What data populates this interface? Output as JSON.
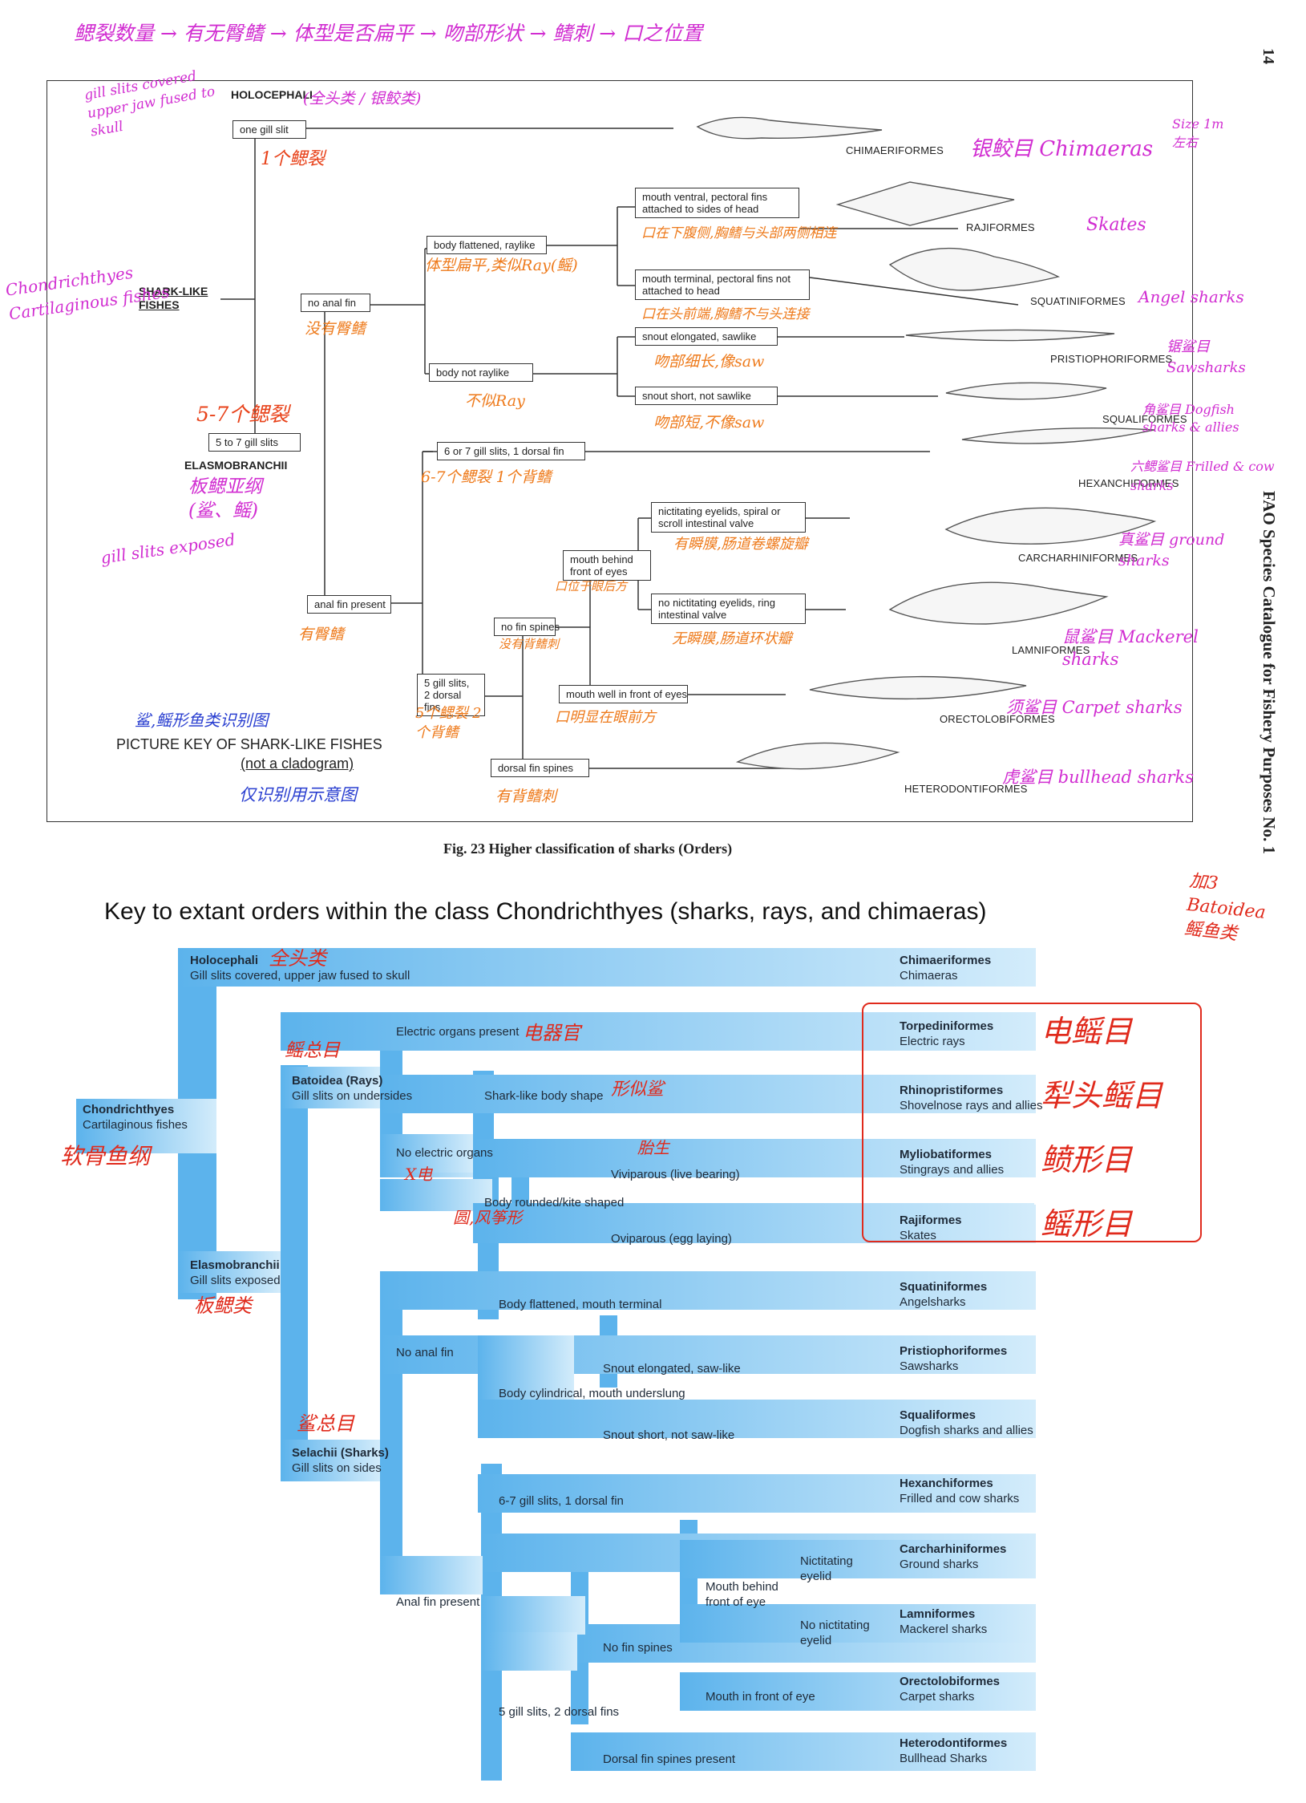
{
  "header_note": "鳃裂数量 → 有无臀鳍 → 体型是否扁平 → 吻部形状 → 鳍刺 → 口之位置",
  "side_text": "FAO Species Catalogue for Fishery Purposes No. 1",
  "page_number": "14",
  "fao": {
    "holocephali": "HOLOCEPHALI",
    "shark_like": "SHARK-LIKE FISHES",
    "elasmobranchii": "ELASMOBRANCHII",
    "boxes": {
      "one_gill": "one gill slit",
      "five_seven": "5 to 7 gill slits",
      "no_anal": "no anal fin",
      "anal_present": "anal fin present",
      "flattened": "body flattened, raylike",
      "not_raylike": "body not raylike",
      "mouth_ventral": "mouth ventral, pectoral fins attached to sides of head",
      "mouth_terminal": "mouth terminal, pectoral fins not attached to head",
      "snout_saw": "snout elongated, sawlike",
      "snout_short": "snout short, not sawlike",
      "six_seven": "6 or 7 gill slits, 1 dorsal fin",
      "five_gill": "5 gill slits, 2 dorsal fins",
      "no_spines": "no fin spines",
      "dorsal_spines": "dorsal fin spines",
      "mouth_behind": "mouth behind front of eyes",
      "mouth_well": "mouth well in front of eyes",
      "nictitating": "nictitating eyelids, spiral or scroll intestinal valve",
      "no_nictitating": "no nictitating eyelids, ring intestinal valve"
    },
    "orders": [
      "CHIMAERIFORMES",
      "RAJIFORMES",
      "SQUATINIFORMES",
      "PRISTIOPHORIFORMES",
      "SQUALIFORMES",
      "HEXANCHIFORMES",
      "CARCHARHINIFORMES",
      "LAMNIFORMES",
      "ORECTOLOBIFORMES",
      "HETERODONTIFORMES"
    ],
    "picture_key": "PICTURE KEY OF SHARK-LIKE FISHES",
    "not_cladogram": "(not a cladogram)",
    "caption": "Fig.  23  Higher classification of sharks (Orders)",
    "notes_purple": {
      "holo": "(全头类 / 银鲛类)",
      "gill_cover": "gill slits covered upper jaw fused to skull",
      "one_gill_cn": "1个鳃裂",
      "chondri": "Chondrichthyes Cartilaginous fishes",
      "five_seven_cn": "5-7个鳃裂",
      "elasmo_cn": "板鳃亚纲 (鲨、鳐)",
      "gill_exposed": "gill slits exposed",
      "chimaeras": "银鲛目 Chimaeras",
      "size": "Size 1m左右",
      "skates": "Skates",
      "angel": "Angel sharks",
      "saw": "锯鲨目 Sawsharks",
      "squal": "角鲨目 Dogfish sharks & allies",
      "hex": "六鳃鲨目 Frilled & cow sharks",
      "carch": "真鲨目 ground sharks",
      "lamn": "鼠鲨目 Mackerel sharks",
      "orect": "须鲨目 Carpet sharks",
      "hetero": "虎鲨目 bullhead sharks"
    },
    "notes_orange": {
      "flat": "体型扁平,类似Ray(鳐)",
      "no_anal": "没有臀鳍",
      "not_ray": "不似Ray",
      "mouth_v": "口在下腹侧,胸鳍与头部两侧相连",
      "mouth_t": "口在头前端,胸鳍不与头连接",
      "saw_cn": "吻部细长,像saw",
      "short_cn": "吻部短,不像saw",
      "six_cn": "6-7个鳃裂 1个背鳍",
      "anal_cn": "有臀鳍",
      "nict_cn": "有瞬膜,肠道卷螺旋瓣",
      "behind_cn": "口位于眼后方",
      "no_nict_cn": "无瞬膜,肠道环状瓣",
      "no_spine_cn": "没有背鳍刺",
      "five_cn": "5个鳃裂 2个背鳍",
      "well_cn": "口明显在眼前方",
      "dspine_cn": "有背鳍刺"
    },
    "notes_blue": {
      "key_cn": "鲨,鳐形鱼类识别图",
      "only_cn": "仅识别用示意图"
    }
  },
  "key": {
    "title": "Key to extant orders within the class Chondrichthyes (sharks, rays, and chimaeras)",
    "nodes": {
      "chondri_n": "Chondrichthyes",
      "chondri_d": "Cartilaginous fishes",
      "holo_n": "Holocephali",
      "holo_d": "Gill slits covered, upper jaw fused to skull",
      "elas_n": "Elasmobranchii",
      "elas_d": "Gill slits exposed",
      "bat_n": "Batoidea (Rays)",
      "bat_d": "Gill slits on undersides",
      "sel_n": "Selachii (Sharks)",
      "sel_d": "Gill slits on sides",
      "electric": "Electric organs present",
      "no_electric": "No electric organs",
      "shark_body": "Shark-like body shape",
      "rounded": "Body rounded/kite shaped",
      "vivi": "Viviparous (live bearing)",
      "ovi": "Oviparous (egg laying)",
      "no_anal": "No anal fin",
      "flat_mouth": "Body flattened, mouth terminal",
      "cyl": "Body cylindrical, mouth underslung",
      "snout_saw": "Snout elongated, saw-like",
      "snout_short": "Snout short, not saw-like",
      "anal": "Anal fin present",
      "six": "6-7 gill slits, 1 dorsal fin",
      "five": "5 gill slits, 2 dorsal fins",
      "no_spines": "No fin spines",
      "dorsal_sp": "Dorsal fin spines present",
      "behind": "Mouth behind front of eye",
      "in_front": "Mouth in front of eye",
      "nict": "Nictitating eyelid",
      "no_nict": "No nictitating eyelid"
    },
    "results": [
      {
        "name": "Chimaeriformes",
        "desc": "Chimaeras"
      },
      {
        "name": "Torpediniformes",
        "desc": "Electric rays"
      },
      {
        "name": "Rhinopristiformes",
        "desc": "Shovelnose rays and allies"
      },
      {
        "name": "Myliobatiformes",
        "desc": "Stingrays and allies"
      },
      {
        "name": "Rajiformes",
        "desc": "Skates"
      },
      {
        "name": "Squatiniformes",
        "desc": "Angelsharks"
      },
      {
        "name": "Pristiophoriformes",
        "desc": "Sawsharks"
      },
      {
        "name": "Squaliformes",
        "desc": "Dogfish sharks and allies"
      },
      {
        "name": "Hexanchiformes",
        "desc": "Frilled and cow sharks"
      },
      {
        "name": "Carcharhiniformes",
        "desc": "Ground sharks"
      },
      {
        "name": "Lamniformes",
        "desc": "Mackerel sharks"
      },
      {
        "name": "Orectolobiformes",
        "desc": "Carpet sharks"
      },
      {
        "name": "Heterodontiformes",
        "desc": "Bullhead Sharks"
      }
    ],
    "notes_red": {
      "holo": "全头类",
      "chondri": "软骨鱼纲",
      "bat": "鳐总目",
      "elas": "板鳃类",
      "sel": "鲨总目",
      "electric": "电器官",
      "shark_like": "形似鲨",
      "no_elec": "X电",
      "vivi": "胎生",
      "round": "圆,风筝形",
      "batoidea": "加3 Batoidea 鳐鱼类",
      "torp": "电鳐目",
      "rhino": "犁头鳐目",
      "mylio": "鲼形目",
      "raji": "鳐形目"
    }
  }
}
